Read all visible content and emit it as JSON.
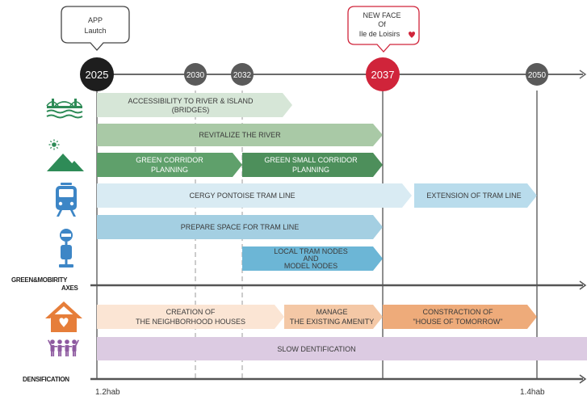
{
  "bubbles": {
    "app_line1": "APP",
    "app_line2": "Lautch",
    "face_line1": "NEW FACE",
    "face_line2": "Of",
    "face_line3": "Ile de Loisirs"
  },
  "years": [
    "2025",
    "2030",
    "2032",
    "2037",
    "2050"
  ],
  "bars": {
    "bridges_1": "ACCESSIBILITY TO RIVER & ISLAND",
    "bridges_2": "(BRIDGES)",
    "river": "REVITALIZE THE RIVER",
    "corridor_1": "GREEN CORRIDOR",
    "corridor_2": "PLANNING",
    "small_corridor_1": "GREEN SMALL CORRIDOR",
    "small_corridor_2": "PLANNING",
    "tram_line": "CERGY PONTOISE TRAM LINE",
    "tram_ext": "EXTENSION OF TRAM LINE",
    "prepare": "PREPARE SPACE FOR TRAM LINE",
    "nodes_1": "LOCAL TRAM NODES",
    "nodes_2": "AND",
    "nodes_3": "MODEL NODES",
    "houses_1": "CREATION OF",
    "houses_2": "THE NEIGHBORHOOD HOUSES",
    "amenity_1": "MANAGE",
    "amenity_2": "THE EXISTING AMENITY",
    "tomorrow_1": "CONSTRACTION OF",
    "tomorrow_2": "\"HOUSE OF TOMORROW\"",
    "densify": "SLOW DENTIFICATION"
  },
  "axes": {
    "green_1": "GREEN&MOBIRITY",
    "green_2": "AXES",
    "densification": "DENSIFICATION"
  },
  "population": {
    "start": "1.2hab",
    "end": "1.4hab"
  },
  "colors": {
    "bridge": "#d6e6d7",
    "river": "#a9c9a6",
    "corridor": "#5fa06b",
    "small_corridor": "#4d8f5b",
    "tram": "#d9ebf3",
    "tram_ext": "#b9dcec",
    "prepare": "#a4cfe2",
    "nodes": "#6cb6d6",
    "houses": "#fbe5d4",
    "amenity": "#f4c8a6",
    "tomorrow": "#eeab7a",
    "densify": "#dccbe2",
    "node_dark": "#1e1e1e",
    "node_gray": "#5a5a5a",
    "node_red": "#d0243a",
    "green_icon": "#2e8b57",
    "blue_icon": "#3d86c6",
    "orange_icon": "#e67e3a",
    "purple_icon": "#8e5aa0"
  }
}
